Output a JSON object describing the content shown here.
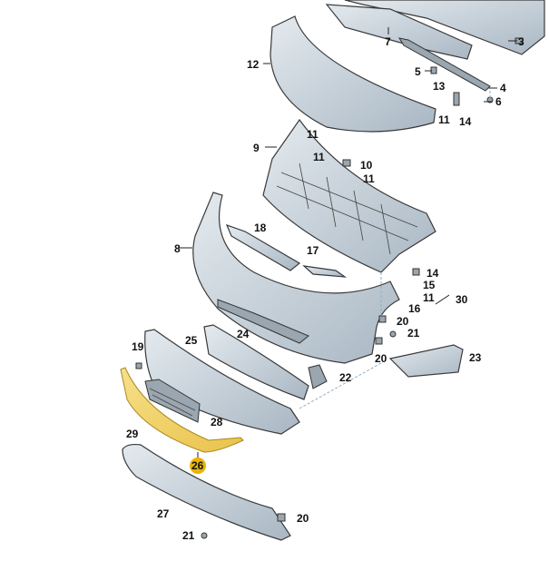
{
  "diagram": {
    "title": "Front bumper exploded parts diagram",
    "highlighted_part": "26",
    "highlight_color": "#e8b400",
    "trim_color": "#f3d36a",
    "part_color": "#c8d3dc",
    "labels": [
      "3",
      "4",
      "5",
      "6",
      "7",
      "11",
      "13",
      "14",
      "12",
      "9",
      "11",
      "11",
      "10",
      "11",
      "18",
      "17",
      "8",
      "14",
      "15",
      "16",
      "11",
      "30",
      "20",
      "21",
      "23",
      "20",
      "22",
      "19",
      "25",
      "24",
      "28",
      "29",
      "26",
      "27",
      "20",
      "21"
    ]
  }
}
